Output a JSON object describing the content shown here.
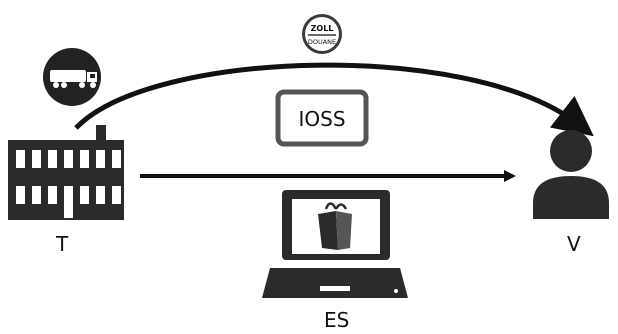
{
  "customs_badge": {
    "line1": "ZOLL",
    "line2": "DOUANE",
    "icon": "customs-stamp-icon"
  },
  "scheme_box": {
    "label": "IOSS"
  },
  "nodes": {
    "trader": {
      "label": "T",
      "icon": "factory-building-icon"
    },
    "consumer": {
      "label": "V",
      "icon": "person-icon"
    },
    "marketplace": {
      "label": "ES",
      "icon": "laptop-shopping-bag-icon"
    }
  },
  "transport": {
    "icon": "truck-icon"
  },
  "colors": {
    "dark": "#2b2b2b",
    "box_border": "#555555",
    "badge_fill": "#3a3a3a"
  }
}
